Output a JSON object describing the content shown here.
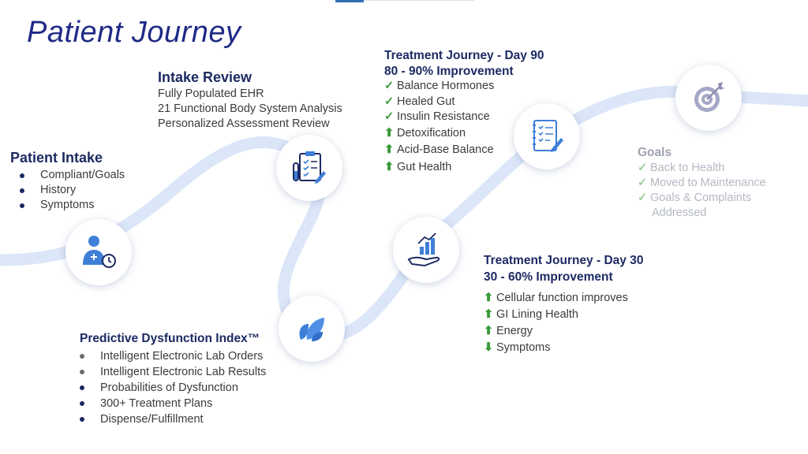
{
  "title": "Patient Journey",
  "colors": {
    "title": "#1f2a86",
    "heading": "#1c2a63",
    "path": "#dbe6f8",
    "icon": "#3f7fd8",
    "check": "#3a9a3a"
  },
  "stages": {
    "patient_intake": {
      "heading": "Patient Intake",
      "items": [
        "Compliant/Goals",
        "History",
        "Symptoms"
      ],
      "icon": "doctor-clock-icon"
    },
    "intake_review": {
      "heading": "Intake Review",
      "items": [
        "Fully Populated EHR",
        "21 Functional Body System Analysis",
        "Personalized Assessment Review"
      ],
      "icon": "clipboard-test-tube-icon"
    },
    "predictive": {
      "heading": "Predictive Dysfunction Index™",
      "items": [
        "Intelligent Electronic Lab Orders",
        "Intelligent Electronic Lab Results",
        "Probabilities of Dysfunction",
        "300+ Treatment Plans",
        "Dispense/Fulfillment"
      ],
      "icon": "leaves-icon"
    },
    "day30": {
      "heading": "Treatment Journey - Day 30",
      "subheading": "30 - 60% Improvement",
      "items": [
        {
          "mark": "⬆",
          "text": "Cellular function improves"
        },
        {
          "mark": "⬆",
          "text": "GI Lining Health"
        },
        {
          "mark": "⬆",
          "text": "Energy"
        },
        {
          "mark": "⬇",
          "text": "Symptoms"
        }
      ],
      "icon": "hand-chart-icon"
    },
    "day90": {
      "heading": "Treatment Journey - Day 90",
      "subheading": "80 - 90% Improvement",
      "items": [
        {
          "mark": "✓",
          "text": "Balance Hormones"
        },
        {
          "mark": "✓",
          "text": "Healed Gut"
        },
        {
          "mark": "✓",
          "text": "Insulin Resistance"
        },
        {
          "mark": "⬆",
          "text": "Detoxification"
        },
        {
          "mark": "⬆",
          "text": "Acid-Base Balance"
        },
        {
          "mark": "⬆",
          "text": "Gut Health"
        }
      ],
      "icon": "checklist-notebook-icon"
    },
    "goals": {
      "heading": "Goals",
      "items": [
        {
          "mark": "✓",
          "text": "Back to Health"
        },
        {
          "mark": "✓",
          "text": "Moved to Maintenance"
        },
        {
          "mark": "✓",
          "text": "Goals & Complaints"
        },
        {
          "mark": "",
          "text": "Addressed"
        }
      ],
      "icon": "target-icon"
    }
  }
}
